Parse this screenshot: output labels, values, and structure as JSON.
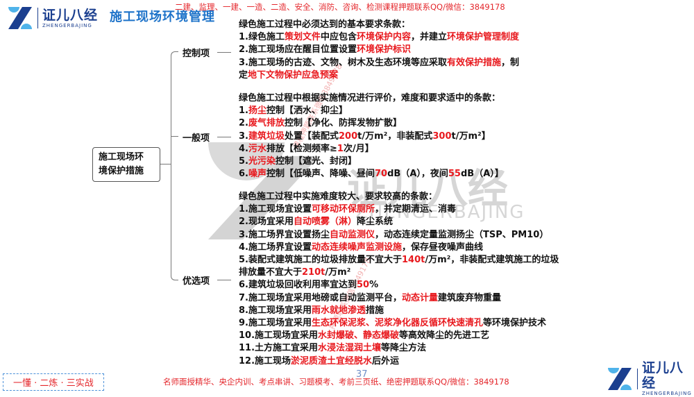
{
  "header": {
    "logo": {
      "cn": "证儿八经",
      "en": "ZHENGERBAJING"
    },
    "title": "施工现场环境管理",
    "banner": "二建、监理、一建、一造、二造、安全、消防、咨询、检测课程押题联系QQ/微信：3849178"
  },
  "watermark": {
    "cn": "证儿八经",
    "en": "ZHENGERBAJING",
    "diagonal_1": "课程押题联系微信3849178",
    "diagonal_2": "押题联系微信3849178"
  },
  "mindmap": {
    "root": {
      "line1": "施工现场环",
      "line2": "境保护措施"
    },
    "branches": [
      {
        "label": "控制项",
        "intro": "绿色施工过程中必须达到的基本要求条款：",
        "items": [
          [
            [
              "1.绿色施工",
              "k"
            ],
            [
              "策划文件",
              "r"
            ],
            [
              "中应包含",
              "k"
            ],
            [
              "环境保护内容",
              "r"
            ],
            [
              "，并建立",
              "k"
            ],
            [
              "环境保护管理制度",
              "r"
            ]
          ],
          [
            [
              "2.施工现场应在醒目位置设置",
              "k"
            ],
            [
              "环境保护标识",
              "r"
            ]
          ],
          [
            [
              "3.施工现场的古迹、文物、树木及生态环境等应采取",
              "k"
            ],
            [
              "有效保护措施",
              "r"
            ],
            [
              "，制",
              "k"
            ]
          ],
          [
            [
              "定",
              "k"
            ],
            [
              "地下文物保护应急预案",
              "r"
            ]
          ]
        ]
      },
      {
        "label": "一般项",
        "intro": "绿色施工过程中根据实施情况进行评价，难度和要求适中的条款：",
        "items": [
          [
            [
              "1.",
              "k"
            ],
            [
              "扬尘",
              "r"
            ],
            [
              "控制【洒水、抑尘】",
              "k"
            ]
          ],
          [
            [
              "2.",
              "k"
            ],
            [
              "废气排放",
              "r"
            ],
            [
              "控制【净化、防挥发物扩散】",
              "k"
            ]
          ],
          [
            [
              "3.",
              "k"
            ],
            [
              "建筑垃圾",
              "r"
            ],
            [
              "处置【装配式",
              "k"
            ],
            [
              "200",
              "r"
            ],
            [
              "t/万m²，非装配式",
              "k"
            ],
            [
              "300",
              "r"
            ],
            [
              "t/万m²】",
              "k"
            ]
          ],
          [
            [
              "4.",
              "k"
            ],
            [
              "污水",
              "r"
            ],
            [
              "排放【检测频率≥",
              "k"
            ],
            [
              "1",
              "r"
            ],
            [
              "次/月】",
              "k"
            ]
          ],
          [
            [
              "5.",
              "k"
            ],
            [
              "光污染",
              "r"
            ],
            [
              "控制【遮光、封闭】",
              "k"
            ]
          ],
          [
            [
              "6.",
              "k"
            ],
            [
              "噪声",
              "r"
            ],
            [
              "控制【低噪声、降噪、昼间",
              "k"
            ],
            [
              "70",
              "r"
            ],
            [
              "dB（A），夜间",
              "k"
            ],
            [
              "55",
              "r"
            ],
            [
              "dB（A）】",
              "k"
            ]
          ]
        ]
      },
      {
        "label": "优选项",
        "intro": "绿色施工过程中实施难度较大、要求较高的条款：",
        "items": [
          [
            [
              "1.施工现场宜设置",
              "k"
            ],
            [
              "可移动环保厕所",
              "r"
            ],
            [
              "，并定期清运、消毒",
              "k"
            ]
          ],
          [
            [
              "2.现场宜采用",
              "k"
            ],
            [
              "自动喷雾（淋）",
              "r"
            ],
            [
              "降尘系统",
              "k"
            ]
          ],
          [
            [
              "3.施工场界宜设置扬尘",
              "k"
            ],
            [
              "自动监测仪",
              "r"
            ],
            [
              "，动态连续定量监测扬尘（TSP、PM10）",
              "k"
            ]
          ],
          [
            [
              "4.施工场界宜设置",
              "k"
            ],
            [
              "动态连续噪声监测设施",
              "r"
            ],
            [
              "，保存昼夜噪声曲线",
              "k"
            ]
          ],
          [
            [
              "5.装配式建筑施工的垃圾排放量不宜大于",
              "k"
            ],
            [
              "140t",
              "r"
            ],
            [
              "/万m²，非装配式建筑施工的垃圾",
              "k"
            ]
          ],
          [
            [
              "排放量不宜大于",
              "k"
            ],
            [
              "210t",
              "r"
            ],
            [
              "/万m²",
              "k"
            ]
          ],
          [
            [
              "6.建筑垃圾回收利用率宜达到",
              "k"
            ],
            [
              "50",
              "r"
            ],
            [
              "%",
              "k"
            ]
          ],
          [
            [
              "7.施工现场宜采用地磅或自动监测平台，",
              "k"
            ],
            [
              "动态计量",
              "r"
            ],
            [
              "建筑废弃物重量",
              "k"
            ]
          ],
          [
            [
              "8.施工现场宜采用",
              "k"
            ],
            [
              "雨水就地渗透",
              "r"
            ],
            [
              "措施",
              "k"
            ]
          ],
          [
            [
              "9.施工现场宜采用",
              "k"
            ],
            [
              "生态环保泥浆、泥浆净化器反循环快速清孔",
              "r"
            ],
            [
              "等环境保护技术",
              "k"
            ]
          ],
          [
            [
              "10.施工现场宜采用",
              "k"
            ],
            [
              "水封爆破、静态爆破",
              "r"
            ],
            [
              "等高效降尘的先进工艺",
              "k"
            ]
          ],
          [
            [
              "11.土方施工宜采用",
              "k"
            ],
            [
              "水浸法湿润土壤",
              "r"
            ],
            [
              "等降尘方法",
              "k"
            ]
          ],
          [
            [
              "12.施工现场",
              "k"
            ],
            [
              "淤泥质渣土宜经脱水",
              "r"
            ],
            [
              "后外运",
              "k"
            ]
          ]
        ]
      }
    ]
  },
  "footer": {
    "slogan": "一懂 · 二炼 · 三实战",
    "banner": "名师面授精华、央企内训、考点串讲、习题模考、考前三页纸、绝密押题联系QQ/微信：3849178",
    "page_number": "37",
    "logo": {
      "cn": "证儿八经",
      "en": "ZHENGERBAJING"
    }
  },
  "colors": {
    "accent_red": "#e8191e",
    "brand_blue": "#1b3f8f",
    "title_blue": "#1e73c9",
    "logo_light_blue": "#4fb3ea"
  }
}
